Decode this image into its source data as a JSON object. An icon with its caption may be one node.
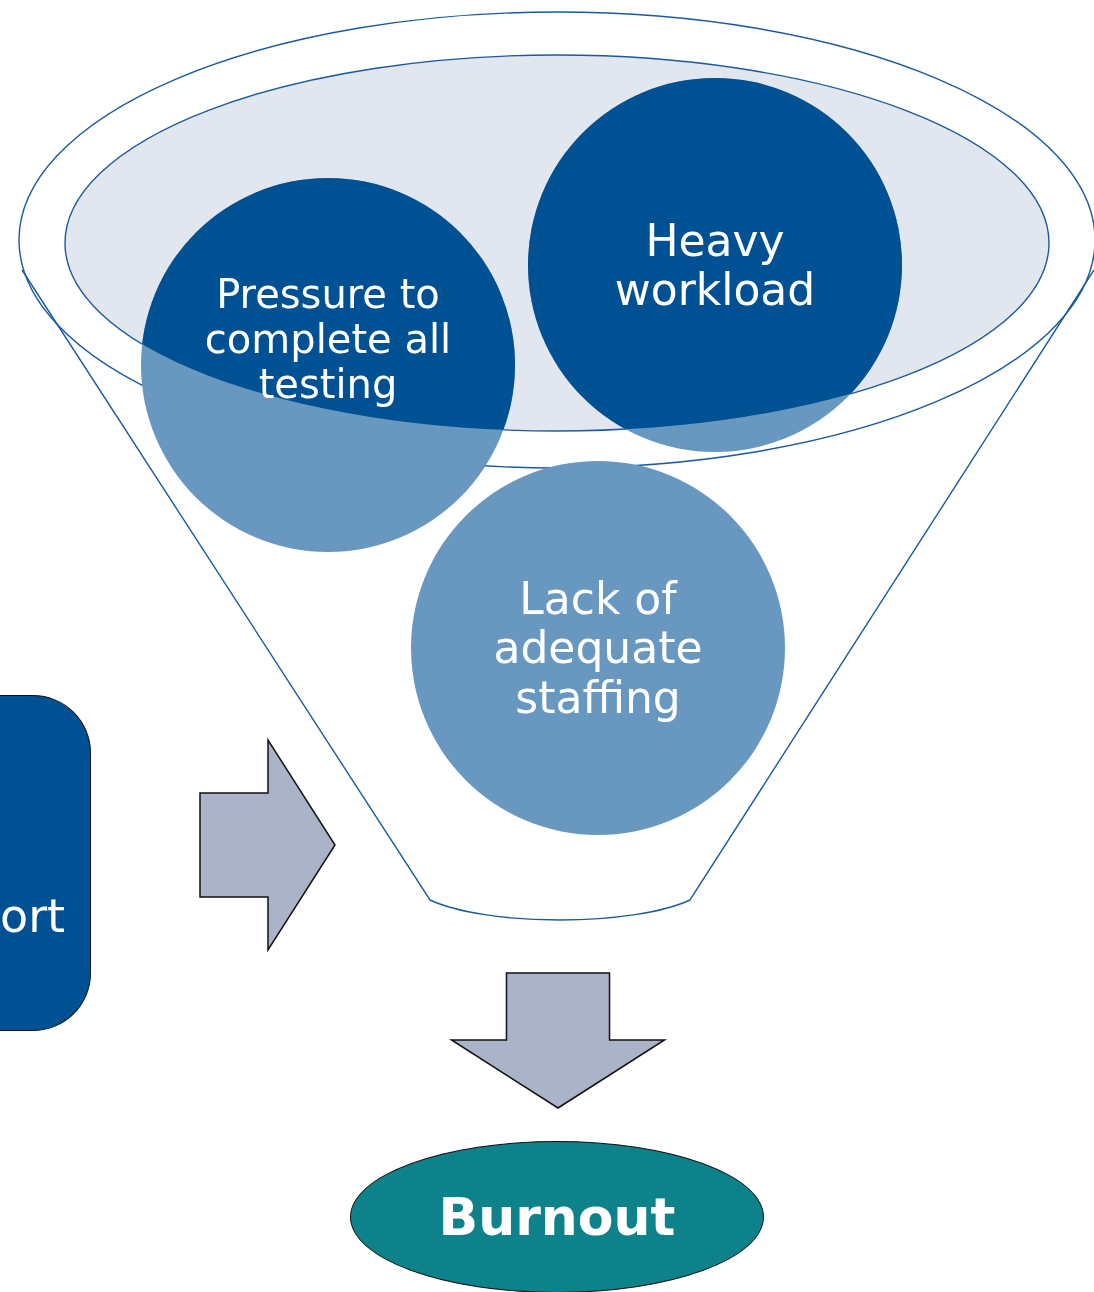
{
  "diagram": {
    "nodes": [
      {
        "text": [],
        "shape": "funnel"
      },
      {
        "text": [
          "Pressure to complete all testing"
        ]
      },
      {
        "text": [
          "Heavy workload"
        ],
        "in": 0
      },
      {
        "text": [
          "Lack of adequate staffing"
        ]
      },
      {
        "text": [
          "ort"
        ]
      },
      {
        "text": [
          "Burnout"
        ]
      }
    ],
    "edges": [
      {
        "from": 4,
        "to": 0,
        "arrow": "to"
      },
      {
        "from": 0,
        "to": 5,
        "arrow": "to"
      }
    ]
  }
}
